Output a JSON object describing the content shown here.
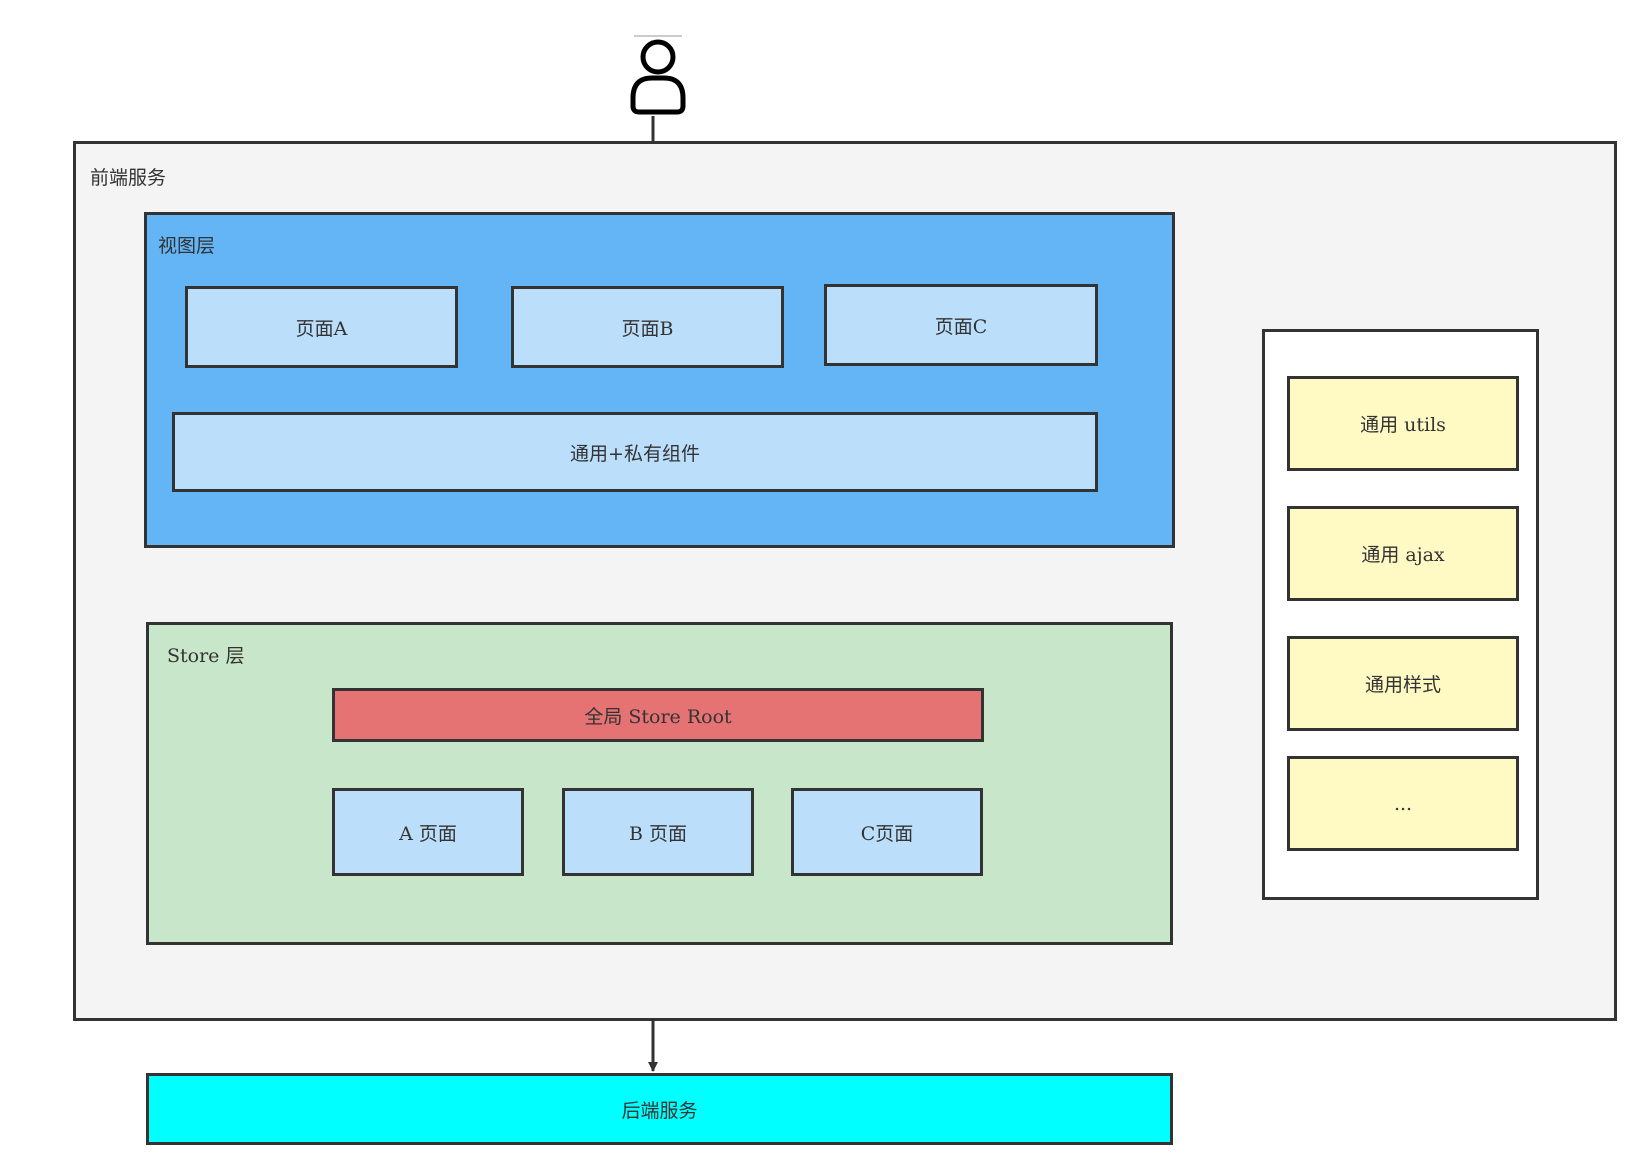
{
  "colors": {
    "frontend_bg": "#f4f4f4",
    "view_layer_bg": "#64b5f6",
    "page_box_bg": "#bbdefb",
    "store_layer_bg": "#c8e6c9",
    "store_root_bg": "#e57373",
    "shared_panel_bg": "#ffffff",
    "shared_item_bg": "#fff9c4",
    "backend_bg": "#00ffff",
    "stroke": "#333333"
  },
  "actor": {
    "icon": "user-icon"
  },
  "frontend": {
    "label": "前端服务",
    "view_layer": {
      "label": "视图层",
      "pages": [
        "页面A",
        "页面B",
        "页面C"
      ],
      "components": "通用+私有组件"
    },
    "store_layer": {
      "label": "Store 层",
      "root": "全局 Store Root",
      "stores": [
        "A 页面",
        "B 页面",
        "C页面"
      ]
    },
    "shared": {
      "items": [
        "通用 utils",
        "通用 ajax",
        "通用样式",
        "..."
      ]
    }
  },
  "backend": {
    "label": "后端服务"
  }
}
